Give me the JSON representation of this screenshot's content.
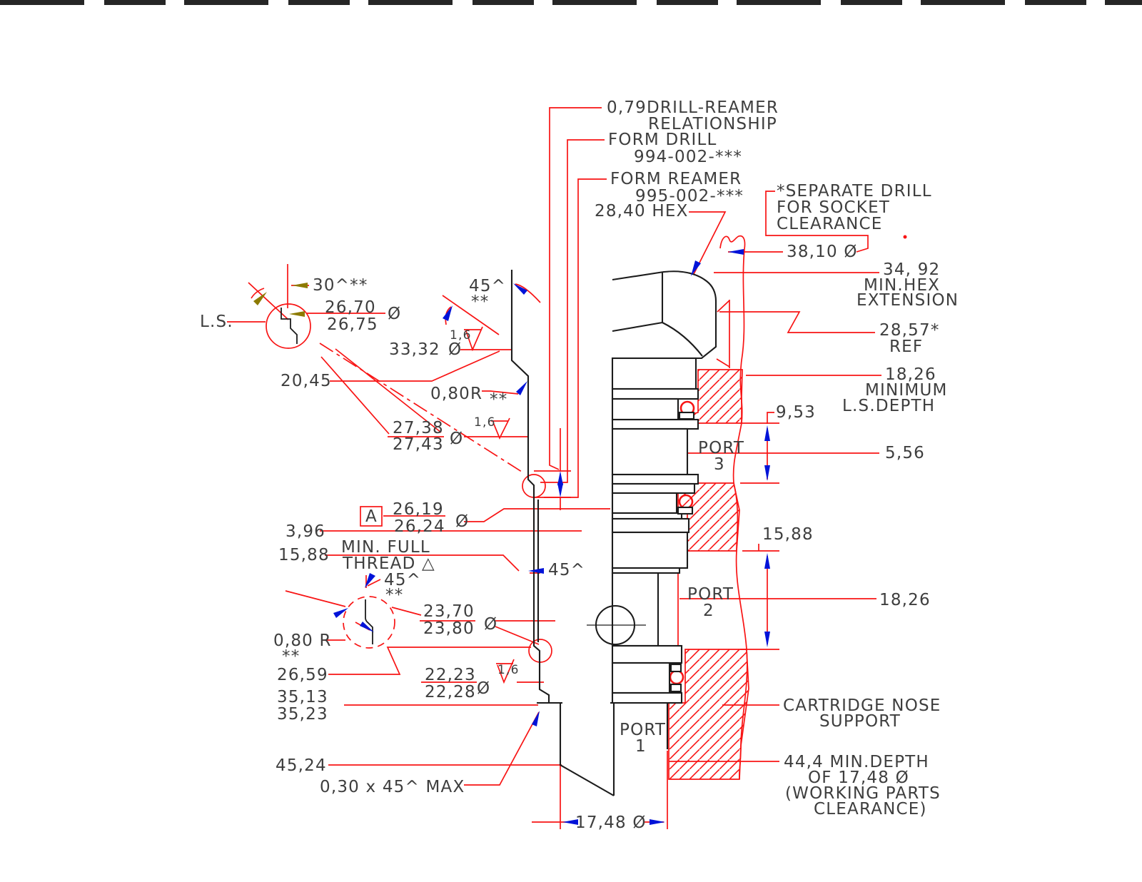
{
  "drawing": {
    "type": "cartridge-valve-cavity-section",
    "colors": {
      "geometry": "#1c1c1c",
      "dimension_lines": "#f81414",
      "arrows": "#0013d8",
      "olive_arrows": "#8c7a00",
      "text": "#3e3e3e",
      "background": "#ffffff"
    }
  },
  "labels": {
    "drill_reamer_value": "0,79",
    "drill_reamer_line1": "DRILL-REAMER",
    "drill_reamer_line2": "RELATIONSHIP",
    "form_drill_line1": "FORM DRILL",
    "form_drill_line2": "994-002-***",
    "form_reamer_line1": "FORM REAMER",
    "form_reamer_line2": "995-002-***",
    "hex_size": "28,40 HEX",
    "separate_drill_line1": "*SEPARATE DRILL",
    "separate_drill_line2": "FOR SOCKET",
    "separate_drill_line3": "CLEARANCE",
    "socket_dia": "38,10  Ø",
    "hex_ext_value": "34, 92",
    "hex_ext_line2": "MIN.HEX",
    "hex_ext_line3": "EXTENSION",
    "ref_value": "28,57*",
    "ref_label": "REF",
    "ls_depth_value": "18,26",
    "ls_depth_line2": "MINIMUM",
    "ls_depth_line3": "L.S.DEPTH",
    "port3_height": "9,53",
    "port3_line1": "PORT",
    "port3_line2": "3",
    "port3_offset": "5,56",
    "port2_span": "15,88",
    "port2_line1": "PORT",
    "port2_line2": "2",
    "port2_height": "18,26",
    "nose_line1": "CARTRIDGE NOSE",
    "nose_line2": "SUPPORT",
    "min_depth_line1": "44,4   MIN.DEPTH",
    "min_depth_line2": "OF 17,48  Ø",
    "min_depth_line3": "(WORKING PARTS",
    "min_depth_line4": "CLEARANCE)",
    "port1_line1": "PORT",
    "port1_line2": "1",
    "bore_dia": "17,48  Ø",
    "total_depth": "45,24",
    "chamfer_note": "0,30 x 45^ MAX",
    "depth_3513": "35,13",
    "depth_3523": "35,23",
    "depth_2659": "26,59",
    "dia_2223": "22,23",
    "dia_2228": "22,28",
    "dia_symbol": "Ø",
    "finish_16": "1,6",
    "radius_080_lower": "0,80 R",
    "asterisks": "**",
    "dia_2370": "23,70",
    "dia_2380": "23,80",
    "angle_45": "45^",
    "thread_span": "15,88",
    "thread_note_line1": "MIN. FULL",
    "thread_note_line2": "THREAD △",
    "depth_396": "3,96",
    "datum": "A",
    "dia_2619": "26,19",
    "dia_2624": "26,24",
    "dia_2738": "27,38",
    "dia_2743": "27,43",
    "radius_080_upper": "0,80R",
    "depth_2045": "20,45",
    "dia_3332": "33,32",
    "angle_30": "30^**",
    "dia_2670": "26,70",
    "dia_2675": "26,75",
    "ls_label": "L.S."
  }
}
